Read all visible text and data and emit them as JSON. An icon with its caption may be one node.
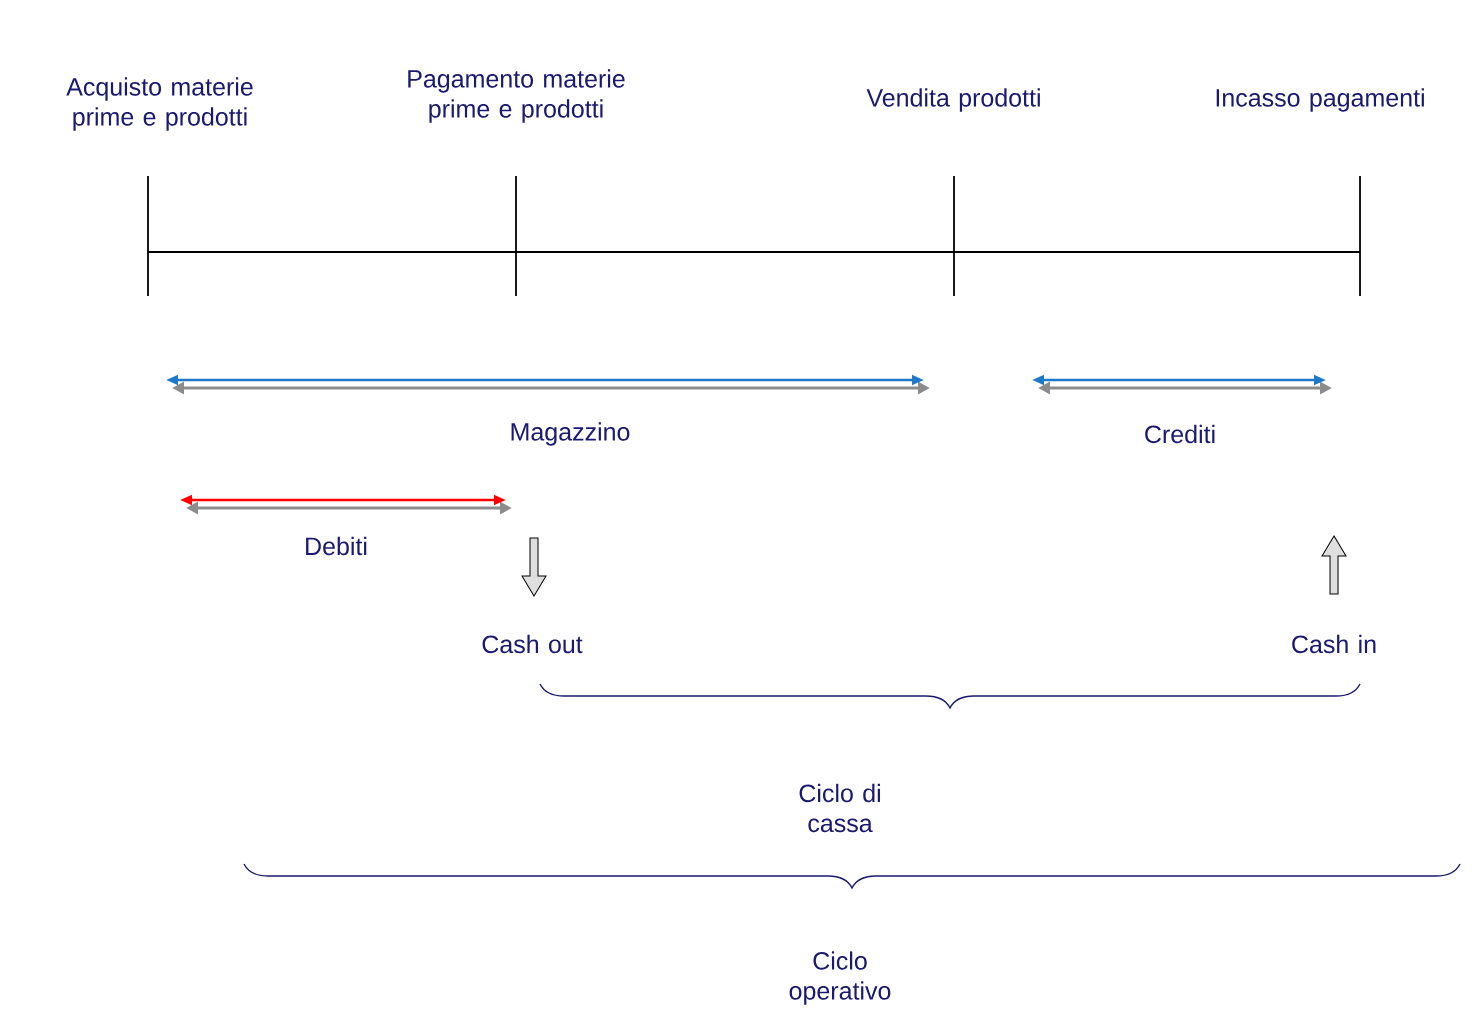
{
  "diagram": {
    "labels": [
      "Acquisto materie prime e prodotti",
      "Pagamento materie prime e prodotti",
      "Vendita prodotti",
      "Incasso pagamenti",
      "Magazzino",
      "Crediti",
      "Debiti",
      "Cash out",
      "Cash in",
      "Ciclo di cassa",
      "Ciclo operativo"
    ]
  }
}
